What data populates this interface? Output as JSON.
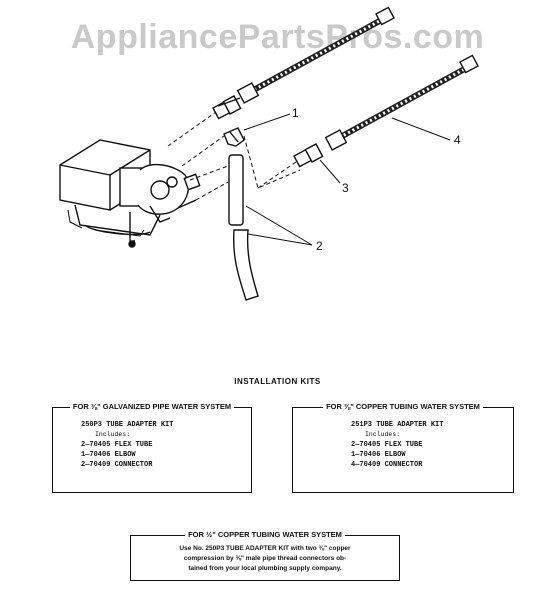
{
  "watermark": "AppliancePartsPros.com",
  "callouts": [
    "1",
    "2",
    "3",
    "4"
  ],
  "installation_title": "INSTALLATION KITS",
  "kits": [
    {
      "title": "FOR ⅜\" GALVANIZED PIPE WATER SYSTEM",
      "kit_name": "250P3 TUBE ADAPTER KIT",
      "includes": "Includes:",
      "items": [
        "2—70405 FLEX TUBE",
        "1—70406 ELBOW",
        "2—70409 CONNECTOR"
      ]
    },
    {
      "title": "FOR ⅜\" COPPER TUBING WATER SYSTEM",
      "kit_name": "251P3 TUBE ADAPTER KIT",
      "includes": "Includes:",
      "items": [
        "2—70405 FLEX TUBE",
        "1—70406 ELBOW",
        "4—70409 CONNECTOR"
      ]
    }
  ],
  "copper_half": {
    "title": "FOR ½\" COPPER TUBING WATER SYSTEM",
    "lines": [
      "Use No. 250P3 TUBE ADAPTER KIT with two ⅜\" copper",
      "compression by ⅜\" male pipe thread connectors ob-",
      "tained from your local plumbing supply company."
    ]
  }
}
